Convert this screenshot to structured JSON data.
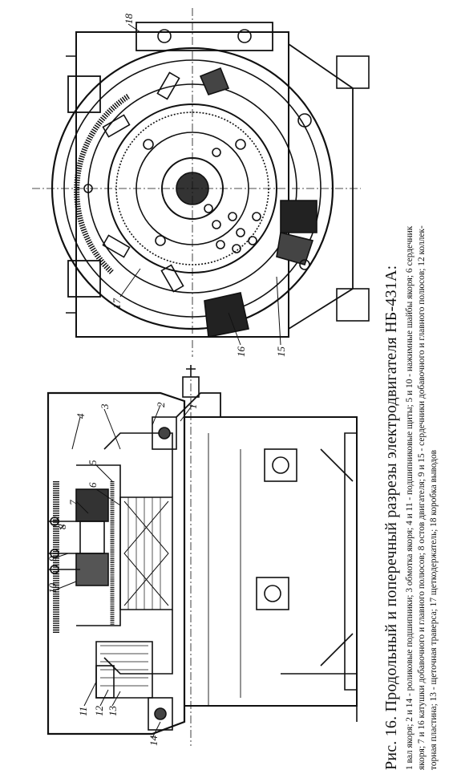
{
  "figure": {
    "title": "Рис. 16. Продольный и поперечный разрезы электродвигателя НБ-431А:",
    "legend_lines": [
      "1  вал якоря; 2 и 14 - роликовые подшипники; 3  обмотка якоря; 4 и 11 - подшипниковые щиты; 5 и 10 - нажимные шайбы якоря; 6  сердечник",
      "якоря; 7 и 16  катушки добавочного и главного полюсов; 8  остов двигателя; 9 и 15 - сердечники добавочного и главного полюсов; 12  коллек-",
      "торная пластина; 13 - щеточная траверса; 17   щеткодержатель; 18  коробка выводов"
    ]
  },
  "callouts": {
    "longitudinal": [
      "1",
      "2",
      "3",
      "4",
      "5",
      "6",
      "7",
      "8",
      "9",
      "10",
      "11",
      "12",
      "13",
      "14"
    ],
    "cross": [
      "15",
      "16",
      "17",
      "18"
    ]
  }
}
